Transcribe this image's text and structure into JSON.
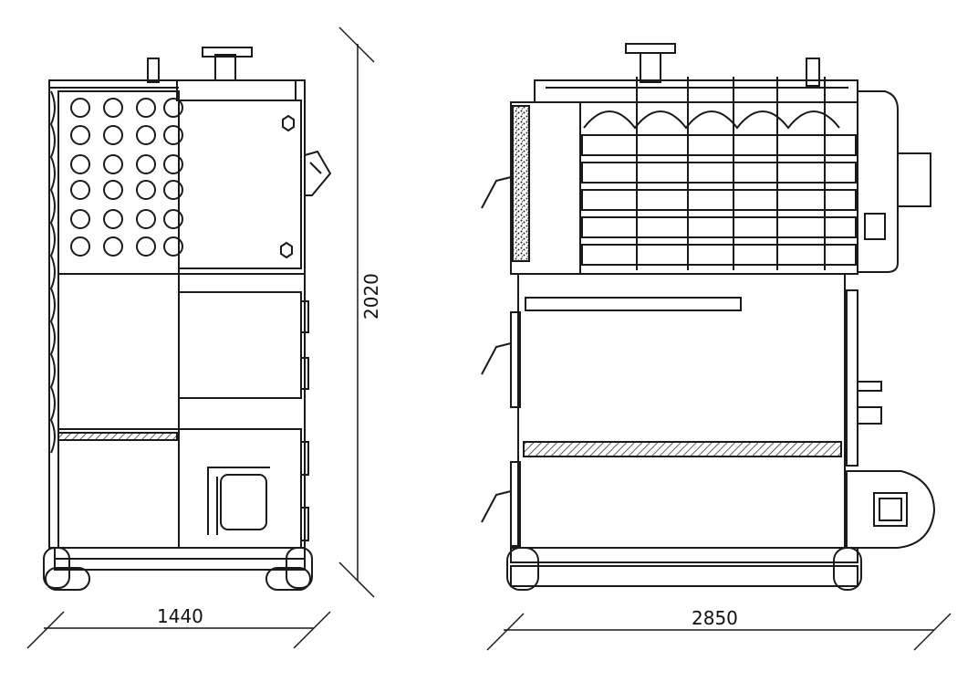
{
  "dimensions": {
    "side_width": "1440",
    "height": "2020",
    "front_width": "2850"
  },
  "colors": {
    "line": "#1a1a1a",
    "background": "#ffffff",
    "hatch": "#333333"
  }
}
